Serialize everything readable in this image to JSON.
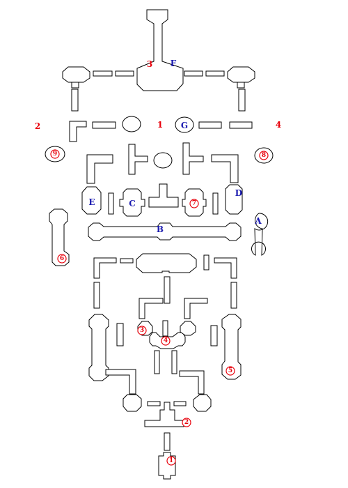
{
  "colors": {
    "red_label": "#e8000b",
    "blue_label": "#1a1ab0",
    "outline": "#000000",
    "background": "#ffffff"
  },
  "labels": {
    "n1": "1",
    "n2": "2",
    "n3": "3",
    "n4": "4",
    "F": "F",
    "G": "G",
    "A": "A",
    "B": "B",
    "C": "C",
    "D": "D",
    "E": "E",
    "c1": "1",
    "c2": "2",
    "c3": "3",
    "c4": "4",
    "c5": "5",
    "c6": "6",
    "c7": "7",
    "c8": "8",
    "c9": "9"
  }
}
